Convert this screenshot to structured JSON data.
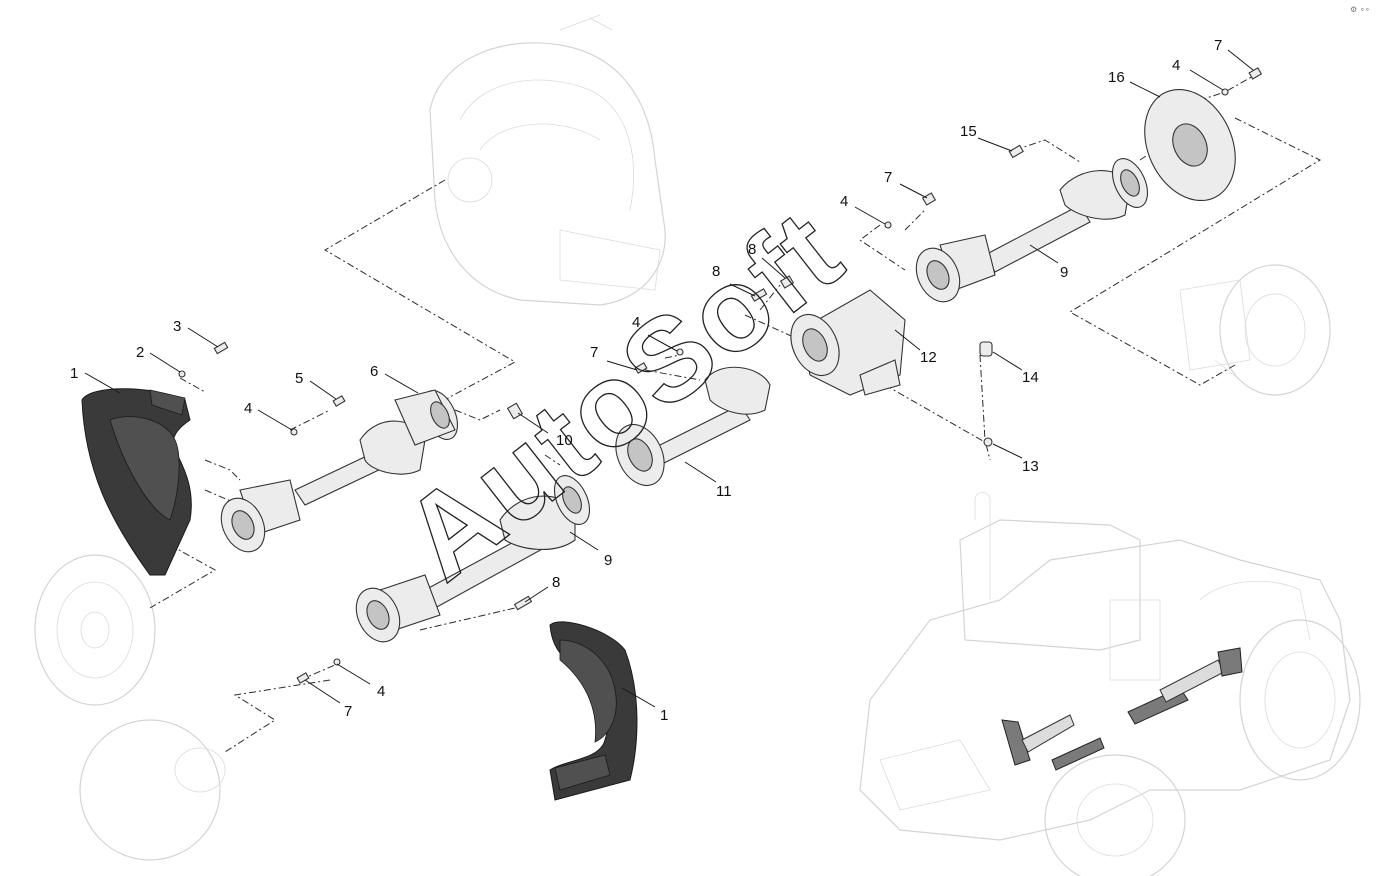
{
  "watermark": "AutoSoft",
  "corner_mark": "⚙ ∘∘",
  "callouts": [
    {
      "id": "c1a",
      "label": "1"
    },
    {
      "id": "c2",
      "label": "2"
    },
    {
      "id": "c3",
      "label": "3"
    },
    {
      "id": "c4a",
      "label": "4"
    },
    {
      "id": "c5",
      "label": "5"
    },
    {
      "id": "c6",
      "label": "6"
    },
    {
      "id": "c10",
      "label": "10"
    },
    {
      "id": "c9a",
      "label": "9"
    },
    {
      "id": "c8a",
      "label": "8"
    },
    {
      "id": "c4b",
      "label": "4"
    },
    {
      "id": "c7a",
      "label": "7"
    },
    {
      "id": "c1b",
      "label": "1"
    },
    {
      "id": "c7b",
      "label": "7"
    },
    {
      "id": "c4c",
      "label": "4"
    },
    {
      "id": "c11",
      "label": "11"
    },
    {
      "id": "c8b",
      "label": "8"
    },
    {
      "id": "c8c",
      "label": "8"
    },
    {
      "id": "c12",
      "label": "12"
    },
    {
      "id": "c14",
      "label": "14"
    },
    {
      "id": "c13",
      "label": "13"
    },
    {
      "id": "c4d",
      "label": "4"
    },
    {
      "id": "c7c",
      "label": "7"
    },
    {
      "id": "c9b",
      "label": "9"
    },
    {
      "id": "c15",
      "label": "15"
    },
    {
      "id": "c16",
      "label": "16"
    },
    {
      "id": "c4e",
      "label": "4"
    },
    {
      "id": "c7d",
      "label": "7"
    }
  ]
}
